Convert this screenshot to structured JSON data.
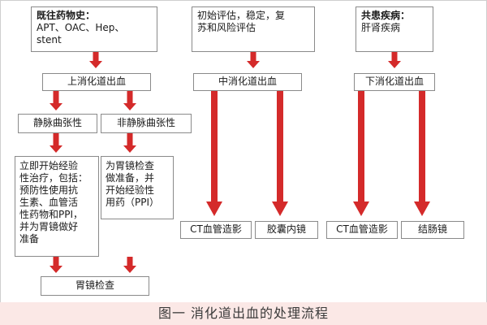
{
  "history_box": {
    "title": "既往药物史：",
    "lines": [
      "APT、OAC、Hep、",
      "stent"
    ]
  },
  "assessment_box": {
    "lines": [
      "初始评估，稳定，复",
      "苏和风险评估"
    ]
  },
  "comorbidity_box": {
    "title": "共患疾病：",
    "lines": [
      "肝肾疾病"
    ]
  },
  "upper_gi": {
    "label": "上消化道出血"
  },
  "middle_gi": {
    "label": "中消化道出血"
  },
  "lower_gi": {
    "label": "下消化道出血"
  },
  "variceal": {
    "label": "静脉曲张性"
  },
  "nonvariceal": {
    "label": "非静脉曲张性"
  },
  "empiric_box": {
    "lines": [
      "立即开始经验",
      "性治疗，包括：",
      "预防性使用抗",
      "生素、血管活",
      "性药物和PPI，",
      "并为胃镜做好",
      "准备"
    ]
  },
  "ppi_box": {
    "lines": [
      "为胃镜检查",
      "做准备，并",
      "开始经验性",
      "用药（PPI）"
    ]
  },
  "gastroscopy": {
    "label": "胃镜检查"
  },
  "ct_mid": {
    "label": "CT血管造影"
  },
  "capsule": {
    "label": "胶囊内镜"
  },
  "ct_lower": {
    "label": "CT血管造影"
  },
  "colonoscopy": {
    "label": "结肠镜"
  },
  "caption": "图一  消化道出血的处理流程",
  "colors": {
    "arrow": "#d42a2a",
    "box_border": "#8a8a8a",
    "caption_bg": "#fbe8e6"
  }
}
